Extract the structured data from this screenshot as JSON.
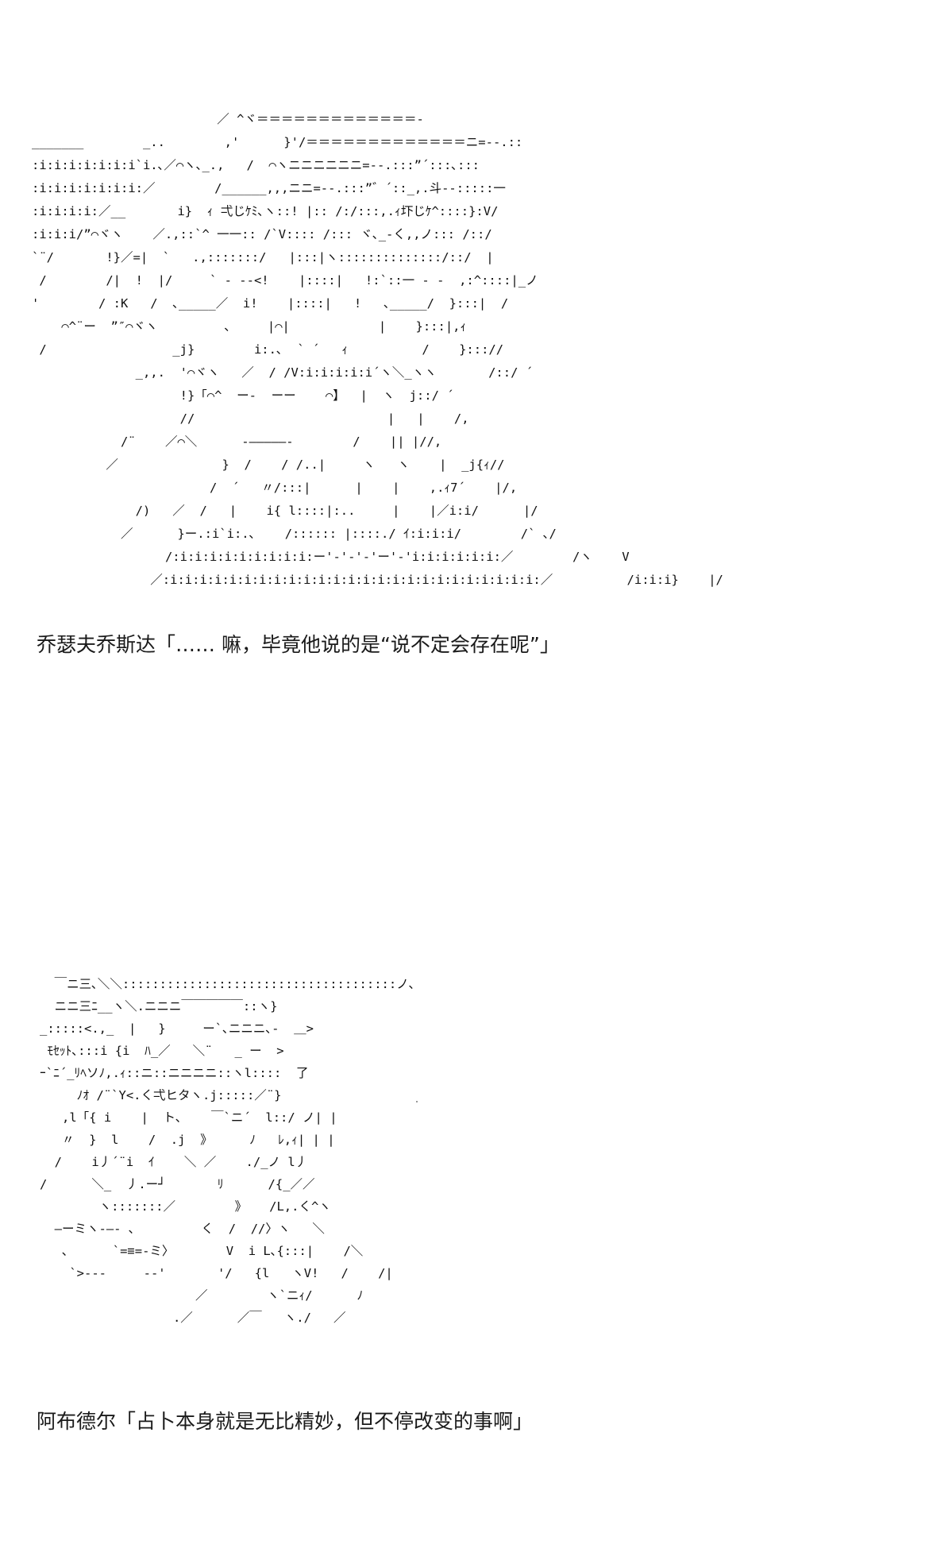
{
  "art_blocks": [
    {
      "lines": [
        "                         ／ ^ヾ＝＝＝＝＝＝＝＝＝＝＝＝＝-",
        "_______        _..        ,'      }'/＝＝＝＝＝＝＝＝＝＝＝＝＝ニ=--.::",
        ":i:i:i:i:i:i:i`i.､／⌒ヽ､_.,   /  ⌒ヽニニニニニニ=--.:::”´:::､:::",
        ":i:i:i:i:i:i:i:／        /______,,,ニニ=--.:::”゛´::_,.斗--:::::一",
        ":i:i:i:i:／__       i}  ｨ 弌じｹﾐ､ヽ::! |:: /:/:::,.ｨ圷じｹ^::::}:V/",
        ":i:i:i/”⌒ヾヽ    ／.,::`^ 一一:: /`V:::: /::: ヾ､_-く,,ノ::: /::/",
        "`¨/       !}／=|  `   .,:::::::/   |:::|ヽ::::::::::::::/::/  |",
        " /        /|  !  |/     ` - --<!    |::::|   !:`::一 - -  ,:^::::|_ノ",
        "'        / :K   /  ､_____／  i!    |::::|   !   ､_____/  }:::|  /",
        "    ⌒^¨ー  ”″⌒ヾヽ         ､     |⌒|            |    }:::|,ｨ",
        " /                 _j}        i:.､  ` ´   ｨ          /    }::://",
        "              _,,.  '⌒ヾヽ   ／  / /V:i:i:i:i:i´ヽ＼_ヽヽ       /::/ ´",
        "                    !}「⌒^  ー-  ーー    ⌒】  |  ヽ  j::/ ´",
        "                    //                          |   |    /,",
        "            /¨    ／⌒＼      -―――――-        /    || |//,",
        "          ／              }  /    / /..|     ヽ   ヽ    |  _j{ｨ//",
        "                        /  ´   〃/:::|      |    |    ,.ｨ7´    |/,",
        "              /)   ／  /   |    i{ l::::|:..     |    |／i:i/      |/",
        "            ／      }ー.:i`i:.､    /:::::: |::::./ ｲ:i:i:i/        /` ､/",
        "                  /:i:i:i:i:i:i:i:i:i:ー'-'-'-'ー'-'i:i:i:i:i:i:／        /ヽ    V",
        "                ／:i:i:i:i:i:i:i:i:i:i:i:i:i:i:i:i:i:i:i:i:i:i:i:i:i:／          /i:i:i}    |/"
      ]
    },
    {
      "lines": [
        "  ￣ニ三､＼＼:::::::::::::::::::::::::::::::::::::ノ､",
        "  ニニ三ﾆ__ヽ＼.ニニニ￣￣￣￣￣::ヽ}",
        "_:::::<.,_  |   }     ー`､ニニニ､-  ＿>",
        " ﾓｾｯﾄ､:::i {i  ﾊ_／   ＼¨   _ ー  >",
        "ｰ`ﾆ´_ﾘﾍソﾉ,.ｨ::ニ::ニニニニ::ヽl::::  了",
        "     ﾉｵ /¨`Y<.く弌ヒタヽ.j:::::／¨}",
        "   ,l「{ i    |  ト､    ￣`ニ´  l::/ ノ| |",
        "   〃  }  l    /  .j  》     ﾉ   ﾚ,ｨ| | |",
        "  /    i丿´¨i  ｲ    ＼ ／    ./_ノ l丿",
        "/      ＼_  丿.ー┘       ﾘ      /{_／／",
        "        ヽ:::::::／        》   /L,.く^ヽ",
        "  ―ーミヽ-―- ､         く  /  //〉ヽ   ＼",
        "   ､      `=≡=-ミ〉       V  i L､{:::|    /＼",
        "    `>---     --'       '/   {l   ヽV!   /    /|",
        "                     ／        ヽ`ニｨ/      ﾉ",
        "                  .／      ／￣   ヽ./   ／"
      ]
    }
  ],
  "captions": {
    "first": "乔瑟夫乔斯达「…… 嘛，毕竟他说的是“说不定会存在呢”」",
    "second": "阿布德尔「占卜本身就是无比精妙，但不停改变的事啊」"
  }
}
